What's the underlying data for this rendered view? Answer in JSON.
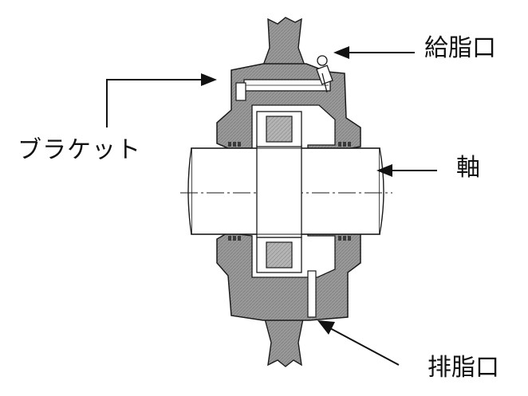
{
  "labels": {
    "supply_port": "給脂口",
    "bracket": "ブラケット",
    "shaft": "軸",
    "drain_port": "排脂口"
  },
  "colors": {
    "housing_fill": "#9a9a9a",
    "hatch": "#7a7a7a",
    "line": "#1a1a1a",
    "background": "#ffffff"
  }
}
